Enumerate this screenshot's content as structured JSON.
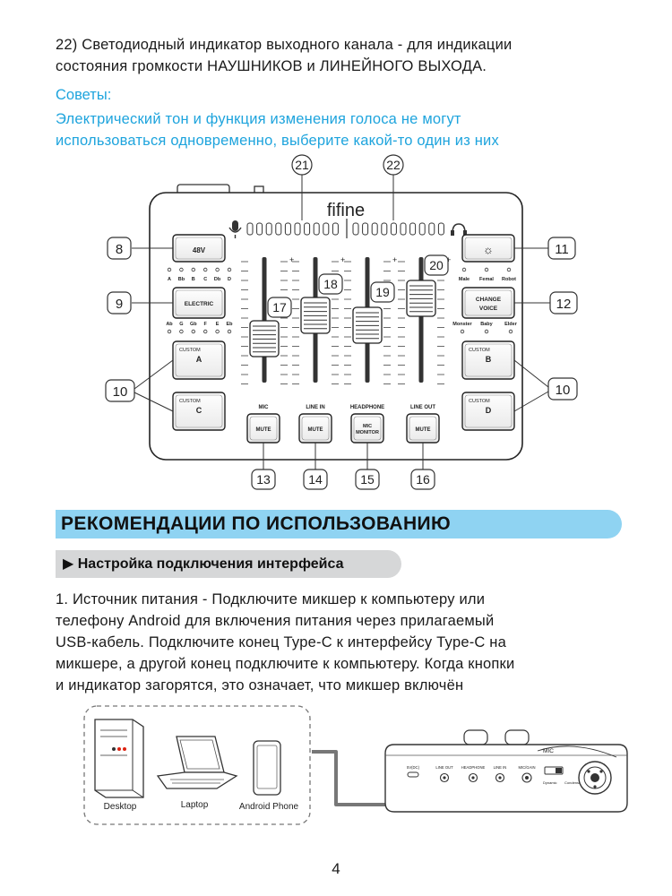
{
  "intro": {
    "line1": "22) Светодиодный индикатор выходного канала - для индикации",
    "line2": "состояния громкости НАУШНИКОВ и ЛИНЕЙНОГО ВЫХОДА."
  },
  "tips": {
    "title": "Советы:",
    "line1": "Электрический тон и функция изменения голоса не могут",
    "line2": "использоваться одновременно, выберите какой-то один из них"
  },
  "mixer": {
    "brand": "fifine",
    "callouts": [
      "21",
      "22",
      "8",
      "9",
      "10",
      "11",
      "12",
      "10",
      "13",
      "14",
      "15",
      "16",
      "17",
      "18",
      "19",
      "20"
    ],
    "buttons": {
      "phantom": "48V",
      "electric": "ELECTRIC",
      "custom_label": "CUSTOM",
      "custom_a": "A",
      "custom_b": "B",
      "custom_c": "C",
      "custom_d": "D",
      "light": "☼",
      "change_voice_1": "CHANGE",
      "change_voice_2": "VOICE",
      "mute": "MUTE",
      "mic_monitor_1": "MIC",
      "mic_monitor_2": "MONITOR"
    },
    "keys_top": [
      "A",
      "Bb",
      "B",
      "C",
      "Db",
      "D"
    ],
    "keys_bottom": [
      "Ab",
      "G",
      "Gb",
      "F",
      "E",
      "Eb"
    ],
    "voices_top": [
      "Male",
      "Femal",
      "Robot"
    ],
    "voices_bottom": [
      "Monster",
      "Baby",
      "Elder"
    ],
    "channels": [
      "MIC",
      "LINE IN",
      "HEADPHONE",
      "LINE OUT"
    ]
  },
  "section": {
    "banner": "РЕКОМЕНДАЦИИ ПО ИСПОЛЬЗОВАНИЮ",
    "subheader": "▶ Настройка подключения интерфейса"
  },
  "body": {
    "line1": "1. Источник питания - Подключите микшер к компьютеру или",
    "line2": "телефону Android для включения питания через прилагаемый",
    "line3": "USB-кабель. Подключите конец Type-C к интерфейсу Type-C на",
    "line4": "микшере, а другой конец подключите к компьютеру. Когда кнопки",
    "line5": "и индикатор загорятся, это означает, что микшер включён"
  },
  "devices": {
    "desktop": "Desktop",
    "laptop": "Laptop",
    "phone": "Android Phone"
  },
  "ports": {
    "mic_label": "MIC",
    "port_labels": [
      "5V(DC)",
      "LINE OUT",
      "HEADPHONE",
      "LINE IN",
      "MIC/GAIN"
    ],
    "switch_left": "Dynamic",
    "switch_right": "Condenser"
  },
  "page_number": "4"
}
